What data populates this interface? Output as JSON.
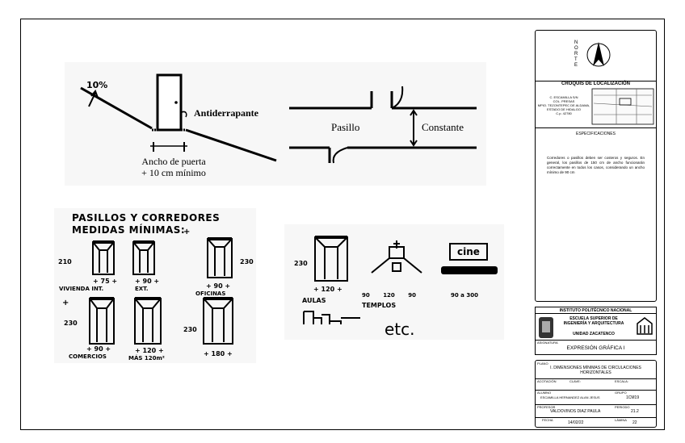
{
  "sketch1": {
    "slope_label": "10%",
    "antiderrapante": "Antiderrapante",
    "door_width_line1": "Ancho de puerta",
    "door_width_line2": "+ 10 cm mínimo",
    "pasillo": "Pasillo",
    "constante": "Constante"
  },
  "sketch2": {
    "title_line1": "PASILLOS Y CORREDORES",
    "title_line2": "MEDIDAS MÍNIMAS:",
    "items": [
      {
        "height": "210",
        "width": "75",
        "label": "VIVIENDA INT."
      },
      {
        "height": "",
        "width": "90",
        "label": "EXT."
      },
      {
        "height": "230",
        "width": "90",
        "label": "OFICINAS"
      },
      {
        "height": "230",
        "width": "90",
        "label": "COMERCIOS"
      },
      {
        "height": "",
        "width": "120",
        "label": "MÁS 120m²"
      },
      {
        "height": "230",
        "width": "180",
        "label": ""
      }
    ]
  },
  "sketch3": {
    "aulas_height": "230",
    "aulas_width": "120",
    "aulas_label": "AULAS",
    "templos_label": "TEMPLOS",
    "templos_dims": [
      "90",
      "120",
      "90"
    ],
    "cine_sign": "cine",
    "cine_dims": "90 a 300",
    "etc": "etc."
  },
  "titleblock": {
    "north_letters": [
      "N",
      "O",
      "R",
      "T",
      "E"
    ],
    "croquis_title": "CROQUIS DE LOCALIZACIÓN",
    "address": [
      "C. ESCAMILLA S/N",
      "COL. PRESAS",
      "MPIO. TEZONTEPEC DE ALDAMA,",
      "ESTADO DE HIDALGO",
      "C.p. 42780"
    ],
    "especificaciones_title": "ESPECIFICACIONES",
    "especificaciones_text": "Corredores o pasillos deben ser costeros y seguros. En general, los pasillos de 150 cm de ancho funcionarán correctamente en todos los casos, considerando un ancho mínimo de 90 cm",
    "institution": "INSTITUTO POLITÉCNICO NACIONAL",
    "school_line1": "ESCUELA SUPERIOR DE",
    "school_line2": "INGENIERÍA Y ARQUITECTURA",
    "unit": "UNIDAD ZACATENCO",
    "asignatura_label": "ASIGNATURA",
    "asignatura": "EXPRESIÓN GRÁFICA I",
    "plano_label": "PLANO",
    "plano": "I. DIMENSIONES MÍNIMAS DE CIRCULACIONES HORIZONTALES",
    "acotacion_label": "ACOTACIÓN",
    "clave_label": "CLAVE:",
    "escala_label": "ESCALA:",
    "alumno_label": "ALUMNO",
    "alumno": "ESCAMILLA HERNANDEZ ALAN JESUS",
    "grupo_label": "GRUPO",
    "grupo": "1CM19",
    "profesor_label": "PROFESOR",
    "profesor": "VALDOVINOS DIAZ PAULA",
    "periodo_label": "PERIODO",
    "periodo": "21.2",
    "fecha_label": "FECHA",
    "fecha": "14/02/22",
    "lamina_label": "LÁMINA",
    "lamina": "22"
  }
}
